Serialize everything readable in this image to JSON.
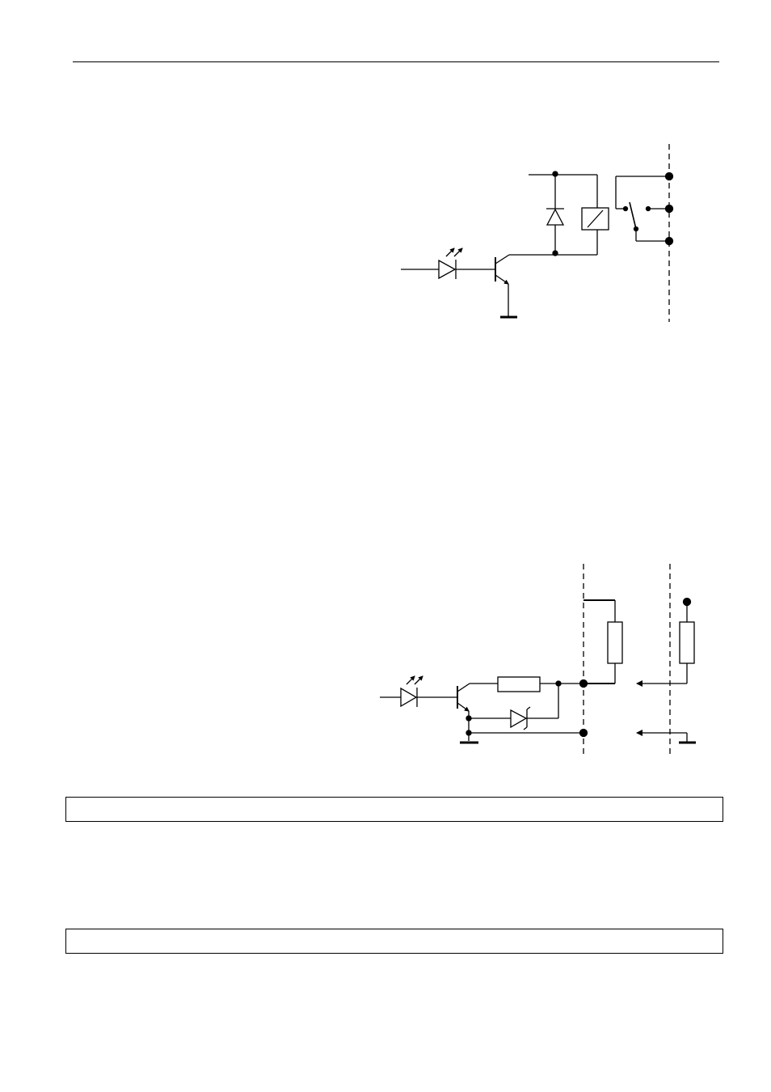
{
  "page": {
    "header_rule": "",
    "boxes": [
      {
        "text": ""
      },
      {
        "text": ""
      }
    ]
  },
  "diagrams": {
    "relay_output": {
      "components": [
        "optocoupler-led",
        "npn-transistor",
        "flyback-diode",
        "relay-coil",
        "changeover-contact",
        "ground"
      ],
      "terminals": 3
    },
    "open_collector_output": {
      "components": [
        "optocoupler-led",
        "npn-transistor",
        "resistor",
        "zener-diode",
        "ground",
        "external-load-resistor"
      ],
      "terminals": 2
    }
  },
  "colors": {
    "line": "#000000",
    "background": "#ffffff"
  }
}
